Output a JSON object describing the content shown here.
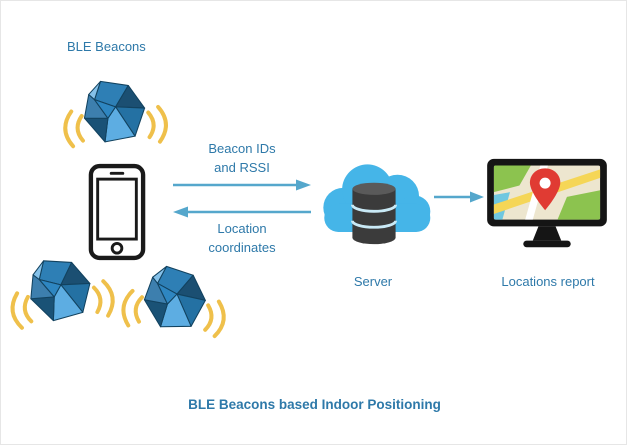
{
  "labels": {
    "ble_beacons": "BLE Beacons",
    "server": "Server",
    "locations_report": "Locations report",
    "title": "BLE Beacons based Indoor Positioning"
  },
  "flows": {
    "phone_to_server": {
      "line1": "Beacon IDs",
      "line2": "and RSSI"
    },
    "server_to_phone": {
      "line1": "Location",
      "line2": "coordinates"
    }
  },
  "icons": {
    "beacon": "gem-beacon-icon",
    "signal": "radio-waves-icon",
    "phone": "smartphone-icon",
    "server": "cloud-database-icon",
    "report": "monitor-map-pin-icon"
  },
  "colors": {
    "text": "#2E79A9",
    "arrow": "#55A7CC",
    "cloud": "#45B5E8",
    "signal": "#EFC04B",
    "database": "#3B3B3B",
    "pin": "#E03B33",
    "monitor": "#151515",
    "map_green": "#8CC34F",
    "map_yellow": "#F5D657",
    "map_sand": "#EDE6CF"
  }
}
